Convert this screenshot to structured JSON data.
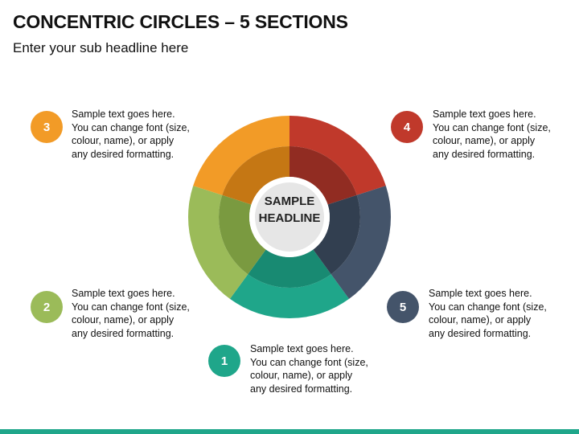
{
  "header": {
    "title": "CONCENTRIC CIRCLES – 5 SECTIONS",
    "subtitle": "Enter your sub headline here"
  },
  "center": {
    "line1": "SAMPLE",
    "line2": "HEADLINE"
  },
  "sections": [
    {
      "number": "1",
      "color": "#1fa68a",
      "inner_color": "#188a72",
      "lines": [
        "Sample text goes here.",
        "You can change font (size,",
        "colour, name), or apply",
        "any desired formatting."
      ]
    },
    {
      "number": "2",
      "color": "#9bbb59",
      "inner_color": "#7a9a40",
      "lines": [
        "Sample text goes here.",
        "You can change font (size,",
        "colour, name), or apply",
        "any desired formatting."
      ]
    },
    {
      "number": "3",
      "color": "#f29b27",
      "inner_color": "#c57714",
      "lines": [
        "Sample text goes here.",
        "You can change font (size,",
        "colour, name), or apply",
        "any desired formatting."
      ]
    },
    {
      "number": "4",
      "color": "#c0392b",
      "inner_color": "#912c22",
      "lines": [
        "Sample text goes here.",
        "You can change font (size,",
        "colour, name), or apply",
        "any desired formatting."
      ]
    },
    {
      "number": "5",
      "color": "#44546a",
      "inner_color": "#323f50",
      "lines": [
        "Sample text goes here.",
        "You can change font (size,",
        "colour, name), or apply",
        "any desired formatting."
      ]
    }
  ],
  "colors": {
    "accent_bar": "#1fa68a",
    "center_disc": "#e6e6e6"
  }
}
